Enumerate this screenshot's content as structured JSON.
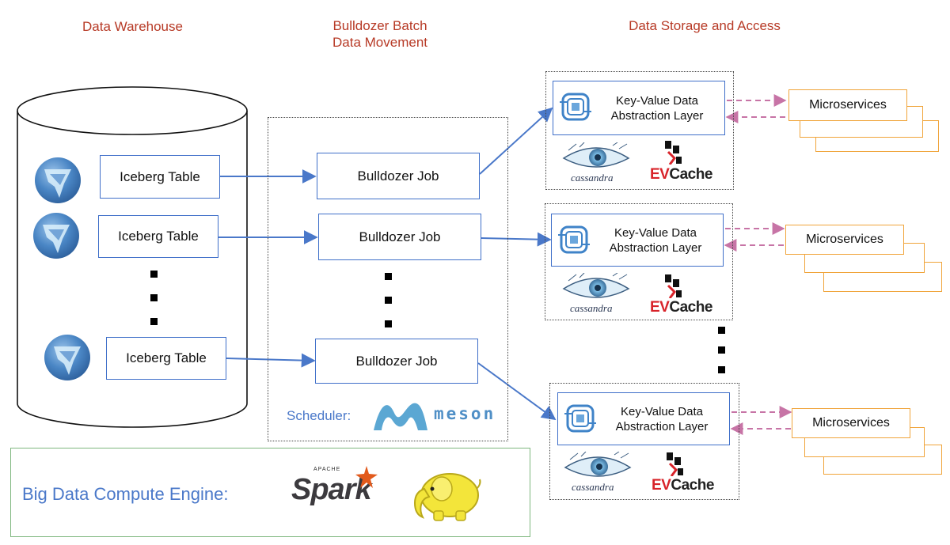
{
  "headers": {
    "warehouse": "Data Warehouse",
    "batch_line1": "Bulldozer Batch",
    "batch_line2": "Data Movement",
    "storage": "Data Storage and Access"
  },
  "iceberg_tables": [
    "Iceberg Table",
    "Iceberg Table",
    "Iceberg Table"
  ],
  "bulldozer_jobs": [
    "Bulldozer Job",
    "Bulldozer Job",
    "Bulldozer Job"
  ],
  "kv_layers": [
    {
      "line1": "Key-Value Data",
      "line2": "Abstraction Layer"
    },
    {
      "line1": "Key-Value Data",
      "line2": "Abstraction Layer"
    },
    {
      "line1": "Key-Value Data",
      "line2": "Abstraction Layer"
    }
  ],
  "microservices": [
    "Microservices",
    "Microservices",
    "Microservices"
  ],
  "storage_logos": {
    "cassandra": "cassandra",
    "evcache_ev": "EV",
    "evcache_rest": "Cache"
  },
  "scheduler": {
    "label": "Scheduler:",
    "logo_text": "meson"
  },
  "compute": {
    "label": "Big Data Compute Engine:",
    "spark_small": "APACHE",
    "spark": "Spark"
  },
  "colors": {
    "header": "#b73a26",
    "box_border": "#3f6fc9",
    "arrow": "#4a78c9",
    "microservice_border": "#f0a43a",
    "dashed_arrow": "#c774a6",
    "compute_frame": "#7fb77e",
    "compute_text": "#4a78c9"
  }
}
